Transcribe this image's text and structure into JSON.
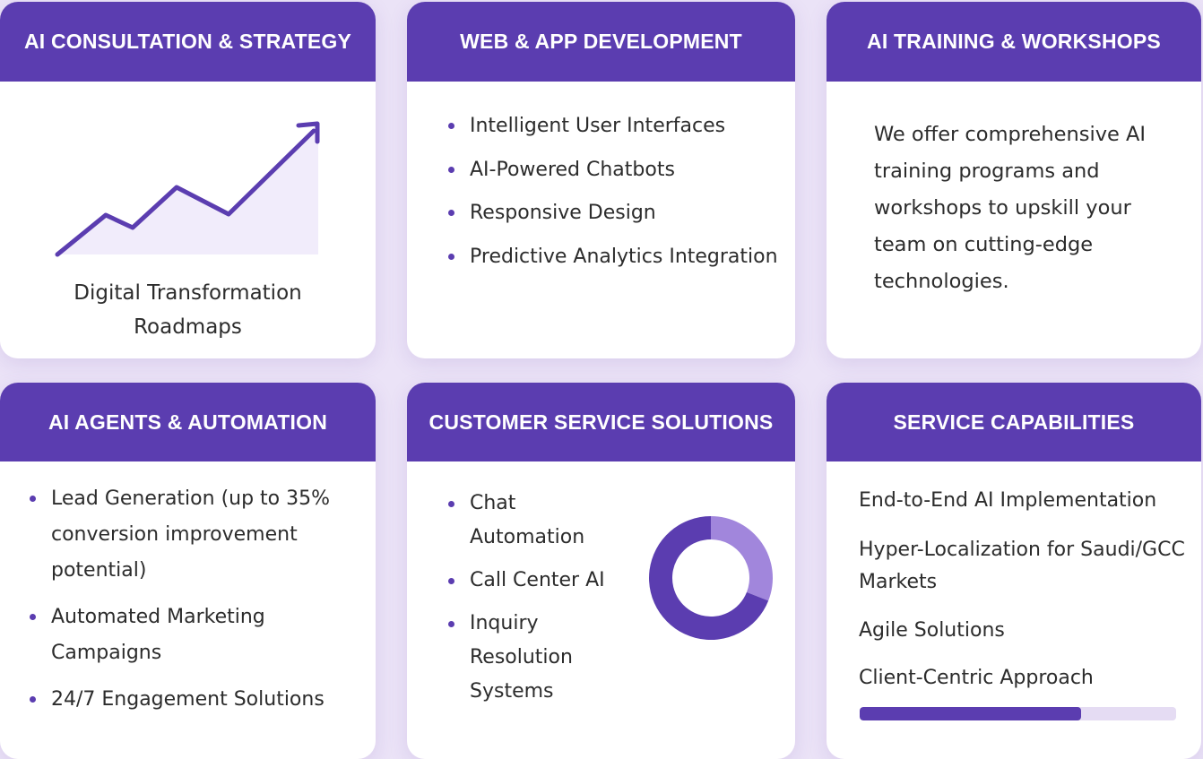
{
  "colors": {
    "accent": "#5b3db0",
    "accent_light": "#a186dc",
    "background": "#ebe3f7"
  },
  "cards": {
    "consultation": {
      "title": "AI CONSULTATION & STRATEGY",
      "caption": [
        "Digital Transformation",
        "Roadmaps"
      ],
      "icon": "trend-arrow-icon"
    },
    "web": {
      "title": "WEB & APP DEVELOPMENT",
      "items": [
        "Intelligent User Interfaces",
        "AI-Powered Chatbots",
        "Responsive Design",
        "Predictive Analytics Integration"
      ]
    },
    "training": {
      "title": "AI TRAINING & WORKSHOPS",
      "lines": [
        "We offer comprehensive AI",
        "training programs and",
        "workshops to upskill your",
        "team on cutting-edge",
        "technologies."
      ]
    },
    "agents": {
      "title": "AI AGENTS & AUTOMATION",
      "items": [
        [
          "Lead Generation (up to 35%",
          "conversion improvement",
          "potential)"
        ],
        [
          "Automated Marketing",
          "Campaigns"
        ],
        [
          "24/7 Engagement Solutions"
        ]
      ]
    },
    "customer": {
      "title": "CUSTOMER SERVICE SOLUTIONS",
      "items": [
        [
          "Chat Automation"
        ],
        [
          "Call Center AI"
        ],
        [
          "Inquiry",
          "Resolution",
          "Systems"
        ]
      ],
      "donut": {
        "primary_fraction": 0.69,
        "secondary_fraction": 0.31
      }
    },
    "capabilities": {
      "title": "SERVICE CAPABILITIES",
      "items": [
        [
          "End-to-End AI Implementation"
        ],
        [
          "Hyper-Localization for Saudi/GCC",
          "Markets"
        ],
        [
          "Agile Solutions"
        ],
        [
          "Client-Centric Approach"
        ]
      ],
      "progress": 0.7
    }
  }
}
